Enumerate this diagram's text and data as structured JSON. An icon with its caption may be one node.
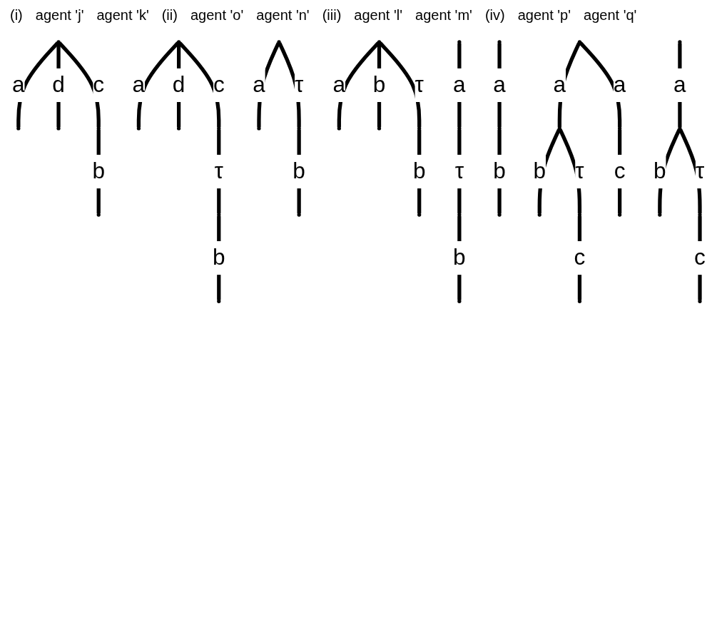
{
  "diagram": {
    "nodes": [
      {
        "text": [],
        "shape": "circle"
      },
      {
        "text": [],
        "shape": "circle"
      },
      {
        "text": [],
        "shape": "circle"
      },
      {
        "text": [],
        "shape": "circle"
      },
      {
        "text": [],
        "shape": "circle"
      },
      {
        "text": [],
        "shape": "circle"
      },
      {
        "text": [],
        "shape": "circle"
      },
      {
        "text": [],
        "shape": "circle"
      },
      {
        "text": [],
        "shape": "circle"
      },
      {
        "text": [],
        "shape": "circle"
      },
      {
        "text": [],
        "shape": "circle"
      },
      {
        "text": [],
        "shape": "circle"
      },
      {
        "text": [],
        "shape": "circle"
      },
      {
        "text": [],
        "shape": "circle"
      },
      {
        "text": [],
        "shape": "circle"
      },
      {
        "text": [],
        "shape": "circle"
      },
      {
        "text": [],
        "shape": "circle"
      },
      {
        "text": [],
        "shape": "circle"
      },
      {
        "text": [],
        "shape": "circle"
      },
      {
        "text": [],
        "shape": "circle"
      },
      {
        "text": [],
        "shape": "circle"
      },
      {
        "text": [],
        "shape": "circle"
      },
      {
        "text": [],
        "shape": "circle"
      },
      {
        "text": [],
        "shape": "circle"
      },
      {
        "text": [],
        "shape": "circle"
      },
      {
        "text": [],
        "shape": "circle"
      },
      {
        "text": [],
        "shape": "circle"
      },
      {
        "text": [],
        "shape": "circle"
      },
      {
        "text": [],
        "shape": "circle"
      },
      {
        "text": [],
        "shape": "circle"
      },
      {
        "text": [],
        "shape": "circle"
      },
      {
        "text": [],
        "shape": "circle"
      },
      {
        "text": [],
        "shape": "circle"
      },
      {
        "text": [],
        "shape": "circle"
      },
      {
        "text": [],
        "shape": "circle"
      },
      {
        "text": [],
        "shape": "circle"
      },
      {
        "text": [],
        "shape": "circle"
      },
      {
        "text": [],
        "shape": "circle"
      },
      {
        "text": [],
        "shape": "circle"
      }
    ],
    "edges": [
      {
        "from": 0,
        "to": 1,
        "arrow": "none",
        "label": "a"
      },
      {
        "from": 0,
        "to": 2,
        "arrow": "none",
        "label": "d"
      },
      {
        "from": 0,
        "to": 3,
        "arrow": "none",
        "label": "c"
      },
      {
        "from": 3,
        "to": 4,
        "arrow": "none",
        "label": "b"
      },
      {
        "from": 5,
        "to": 6,
        "arrow": "none",
        "label": "a"
      },
      {
        "from": 5,
        "to": 7,
        "arrow": "none",
        "label": "d"
      },
      {
        "from": 5,
        "to": 8,
        "arrow": "none",
        "label": "c"
      },
      {
        "from": 8,
        "to": 9,
        "arrow": "none",
        "label": "τ"
      },
      {
        "from": 9,
        "to": 10,
        "arrow": "none",
        "label": "b"
      },
      {
        "from": 11,
        "to": 12,
        "arrow": "none",
        "label": "a"
      },
      {
        "from": 11,
        "to": 13,
        "arrow": "none",
        "label": "τ"
      },
      {
        "from": 13,
        "to": 14,
        "arrow": "none",
        "label": "b"
      },
      {
        "from": 15,
        "to": 16,
        "arrow": "none",
        "label": "a"
      },
      {
        "from": 15,
        "to": 17,
        "arrow": "none",
        "label": "b"
      },
      {
        "from": 15,
        "to": 18,
        "arrow": "none",
        "label": "τ"
      },
      {
        "from": 18,
        "to": 19,
        "arrow": "none",
        "label": "b"
      },
      {
        "from": 20,
        "to": 21,
        "arrow": "none",
        "label": "a"
      },
      {
        "from": 21,
        "to": 22,
        "arrow": "none",
        "label": "τ"
      },
      {
        "from": 22,
        "to": 23,
        "arrow": "none",
        "label": "b"
      },
      {
        "from": 24,
        "to": 25,
        "arrow": "none",
        "label": "a"
      },
      {
        "from": 25,
        "to": 26,
        "arrow": "none",
        "label": "b"
      },
      {
        "from": 27,
        "to": 28,
        "arrow": "none",
        "label": "a"
      },
      {
        "from": 28,
        "to": 29,
        "arrow": "none",
        "label": "b"
      },
      {
        "from": 28,
        "to": 30,
        "arrow": "none",
        "label": "τ"
      },
      {
        "from": 30,
        "to": 31,
        "arrow": "none",
        "label": "c"
      },
      {
        "from": 27,
        "to": 32,
        "arrow": "none",
        "label": "a"
      },
      {
        "from": 32,
        "to": 33,
        "arrow": "none",
        "label": "c"
      },
      {
        "from": 34,
        "to": 35,
        "arrow": "none",
        "label": "a"
      },
      {
        "from": 35,
        "to": 36,
        "arrow": "none",
        "label": "b"
      },
      {
        "from": 35,
        "to": 37,
        "arrow": "none",
        "label": "τ"
      },
      {
        "from": 37,
        "to": 38,
        "arrow": "none",
        "label": "c"
      }
    ],
    "labels": [
      "(i)",
      "agent 'j'",
      "agent 'k'",
      "(ii)",
      "agent 'o'",
      "agent 'n'",
      "(iii)",
      "agent 'l'",
      "agent 'm'",
      "(iv)",
      "agent 'p'",
      "agent 'q'"
    ]
  }
}
